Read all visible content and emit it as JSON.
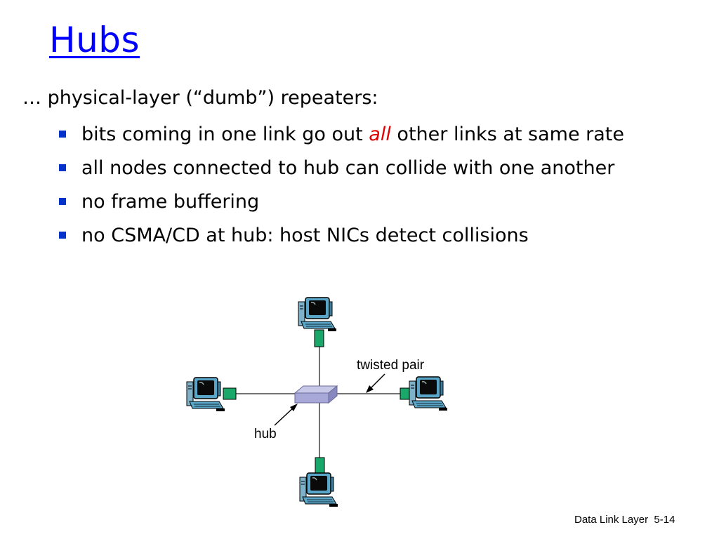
{
  "slide": {
    "title": "Hubs",
    "intro": "… physical-layer (“dumb”) repeaters:",
    "bullets": [
      {
        "pre": "bits coming in one link go out ",
        "emph": "all",
        "post": " other links at same rate"
      },
      {
        "pre": "all nodes connected to hub can collide with one another",
        "emph": "",
        "post": ""
      },
      {
        "pre": "no frame buffering",
        "emph": "",
        "post": ""
      },
      {
        "pre": "no CSMA/CD at hub: host NICs detect collisions",
        "emph": "",
        "post": ""
      }
    ],
    "accent_color": "#0000ff",
    "emph_color": "#e00000"
  },
  "diagram": {
    "labels": {
      "twisted_pair": "twisted pair",
      "hub": "hub"
    },
    "icons": {
      "host": "computer-icon",
      "hub": "hub-icon",
      "connector": "nic-connector"
    }
  },
  "footer": {
    "chapter": "Data Link Layer",
    "page": "5-14"
  }
}
